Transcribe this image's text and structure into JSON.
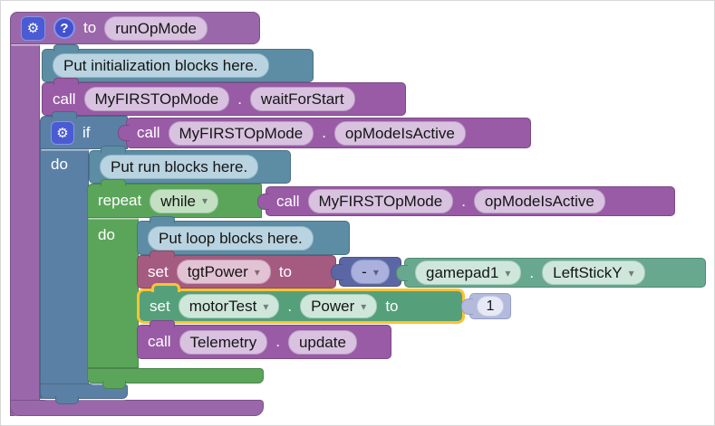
{
  "workspace": {
    "type": "blockly-ftc-opmode-editor"
  },
  "icons": {
    "gear": "⚙",
    "help": "?",
    "dropdown": "▾"
  },
  "colors": {
    "procedure_purple": "#9a68aa",
    "call_purple": "#995ba5",
    "comment_teal": "#5d8da4",
    "logic_blue": "#5b80a5",
    "loop_green": "#5ba55b",
    "variable_rose": "#a55b80",
    "math_indigo": "#5b67a5",
    "gamepad_green": "#68a88f",
    "motor_green": "#55a07a",
    "number_lavender": "#b4badc",
    "selection_highlight_gold": "#fcc331",
    "mutator_icon_blue": "#4a5bd3"
  },
  "procedure_block": {
    "to_label": "to",
    "name_field": "runOpMode"
  },
  "init_comment": {
    "text": "Put initialization blocks here."
  },
  "wait_call": {
    "call_label": "call",
    "object_field": "MyFIRSTOpMode",
    "separator": ".",
    "method_field": "waitForStart"
  },
  "if_block": {
    "if_label": "if",
    "do_label": "do",
    "condition": {
      "call_label": "call",
      "object_field": "MyFIRSTOpMode",
      "separator": ".",
      "method_field": "opModeIsActive"
    }
  },
  "run_comment": {
    "text": "Put run blocks here."
  },
  "repeat_block": {
    "repeat_label": "repeat",
    "mode_dropdown": "while",
    "do_label": "do",
    "condition": {
      "call_label": "call",
      "object_field": "MyFIRSTOpMode",
      "separator": ".",
      "method_field": "opModeIsActive"
    }
  },
  "loop_comment": {
    "text": "Put loop blocks here."
  },
  "set_tgt_power": {
    "set_label": "set",
    "variable_dropdown": "tgtPower",
    "to_label": "to",
    "negate": {
      "operator_dropdown": "-"
    },
    "gamepad": {
      "device_dropdown": "gamepad1",
      "separator": ".",
      "property_dropdown": "LeftStickY"
    }
  },
  "set_motor_power": {
    "selected": true,
    "set_label": "set",
    "device_dropdown": "motorTest",
    "separator": ".",
    "property_dropdown": "Power",
    "to_label": "to",
    "value": {
      "number_field": "1"
    }
  },
  "telemetry_call": {
    "call_label": "call",
    "object_field": "Telemetry",
    "separator": ".",
    "method_field": "update"
  }
}
